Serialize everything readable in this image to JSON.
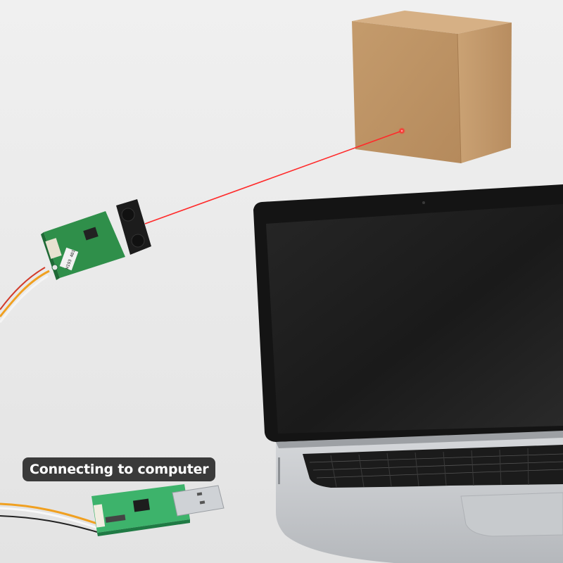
{
  "caption": {
    "text": "Connecting to computer"
  },
  "module_label": {
    "text": "H193 401"
  },
  "colors": {
    "background": "#ececec",
    "laser_beam": "#ff2a2a",
    "box_cardboard": "#c89f72",
    "pcb_green": "#2f8f4a",
    "adapter_pcb": "#3db36b",
    "laptop_body": "#b9bcc0",
    "laptop_screen": "#1b1b1b",
    "caption_background": "#3a3a3a"
  },
  "objects": {
    "box": "cardboard-box",
    "laser": "red-laser-beam",
    "sensor": "laser-distance-sensor-module",
    "adapter": "usb-serial-adapter-board",
    "laptop": "laptop-computer"
  }
}
